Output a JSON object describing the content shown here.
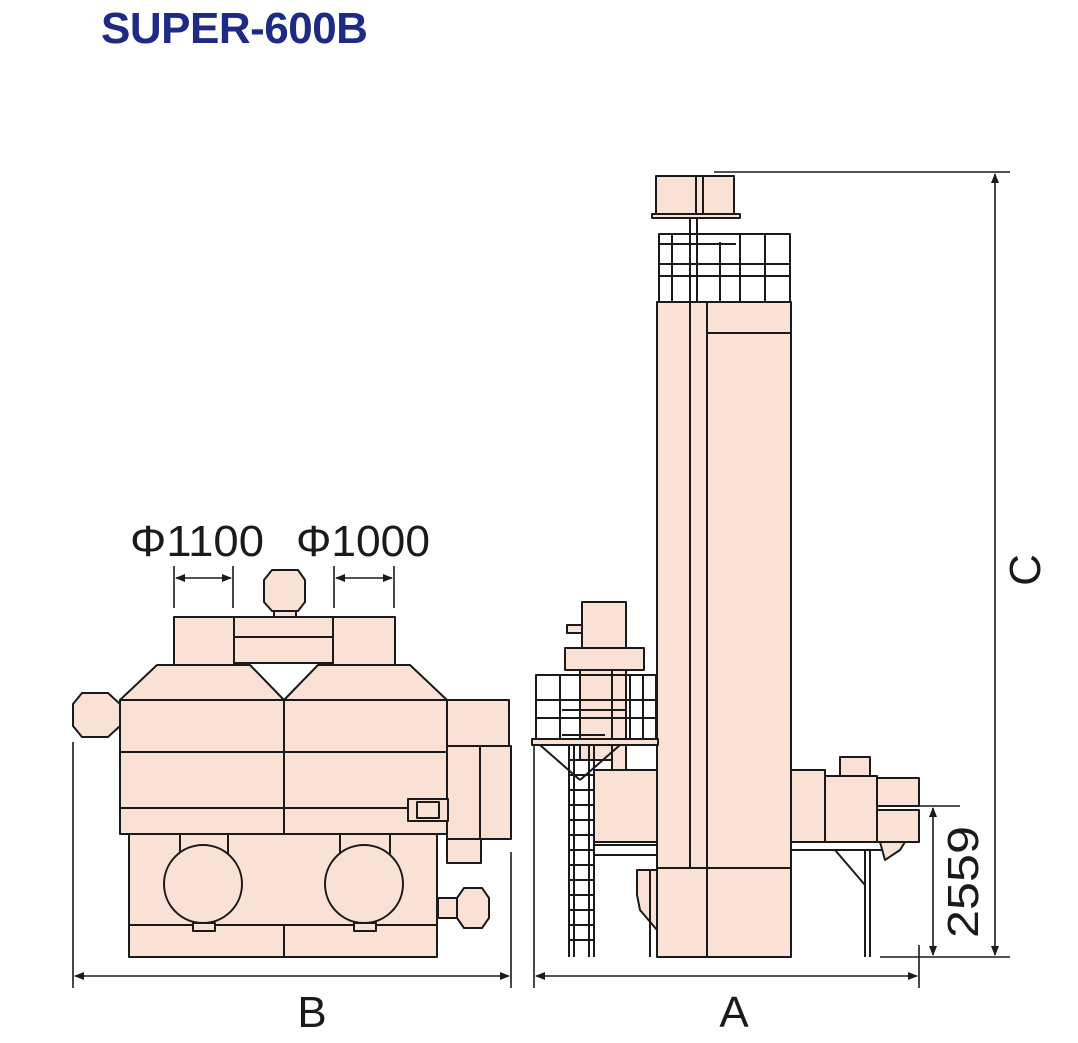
{
  "title": "SUPER-600B",
  "dimensions": {
    "diameter_left": "Φ1100",
    "diameter_right": "Φ1000",
    "width_front": "B",
    "width_side": "A",
    "height_total": "C",
    "height_inlet": "2559"
  },
  "colors": {
    "fill": "#f9e1d6",
    "stroke": "#1a1a1a",
    "title": "#1d2a86"
  }
}
